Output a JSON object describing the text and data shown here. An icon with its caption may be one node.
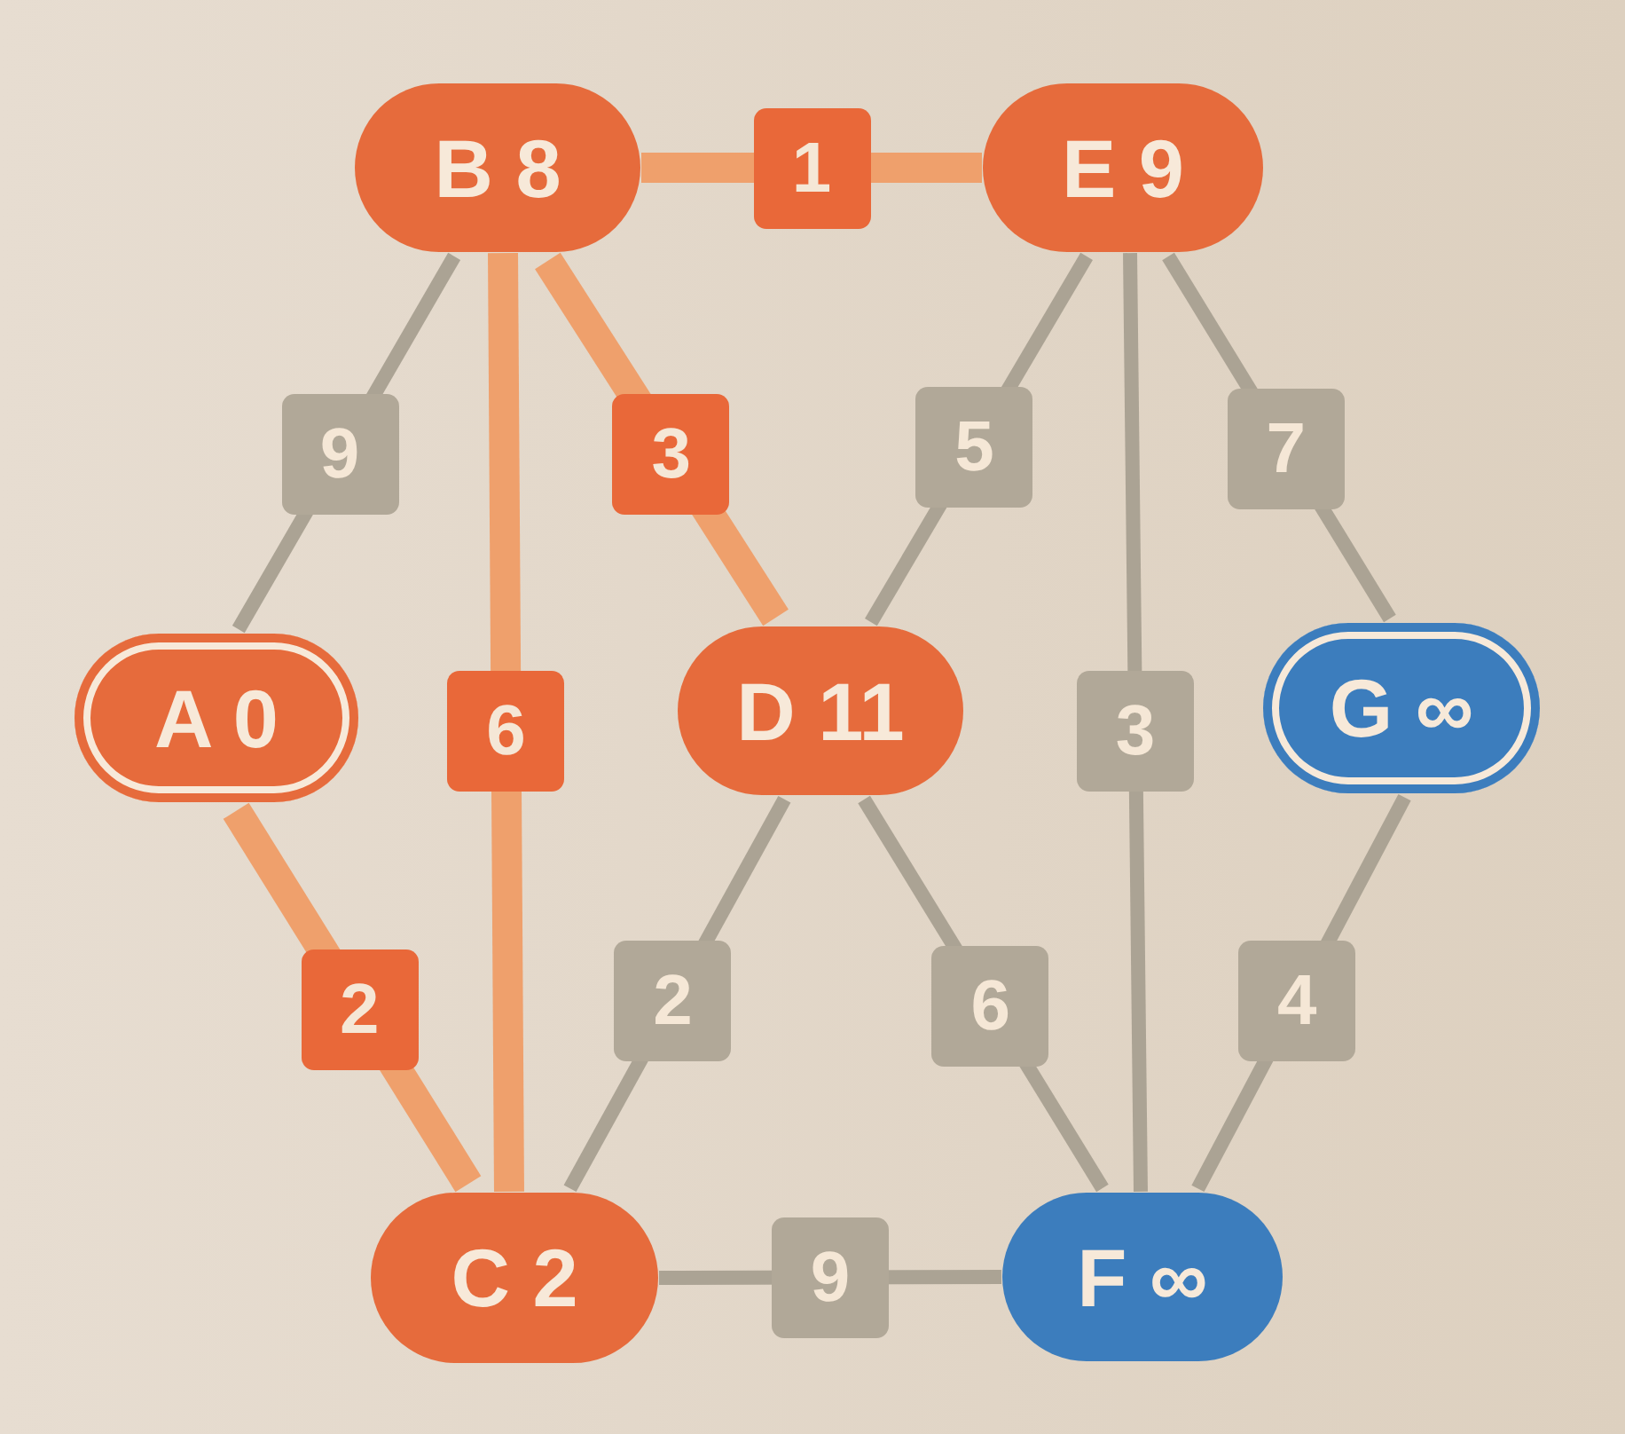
{
  "diagram": {
    "nodes": [
      {
        "text": [
          "B 8"
        ]
      },
      {
        "text": [
          "E 9"
        ]
      },
      {
        "text": [
          "A 0"
        ]
      },
      {
        "text": [
          "D 11"
        ]
      },
      {
        "text": [
          "G ∞"
        ]
      },
      {
        "text": [
          "C 2"
        ]
      },
      {
        "text": [
          "F ∞"
        ]
      }
    ],
    "edges": [
      {
        "from": 0,
        "to": 1,
        "arrow": "none",
        "label": "1",
        "style": "thick",
        "color": "#efa06c"
      },
      {
        "from": 0,
        "to": 2,
        "arrow": "none",
        "label": "9"
      },
      {
        "from": 0,
        "to": 5,
        "arrow": "none",
        "label": "6",
        "style": "thick",
        "color": "#efa06c"
      },
      {
        "from": 0,
        "to": 3,
        "arrow": "none",
        "label": "3",
        "style": "thick",
        "color": "#efa06c"
      },
      {
        "from": 1,
        "to": 3,
        "arrow": "none",
        "label": "5"
      },
      {
        "from": 1,
        "to": 6,
        "arrow": "none",
        "label": "3"
      },
      {
        "from": 1,
        "to": 4,
        "arrow": "none",
        "label": "7"
      },
      {
        "from": 2,
        "to": 5,
        "arrow": "none",
        "label": "2",
        "style": "thick",
        "color": "#efa06c"
      },
      {
        "from": 3,
        "to": 5,
        "arrow": "none",
        "label": "2"
      },
      {
        "from": 3,
        "to": 6,
        "arrow": "none",
        "label": "6"
      },
      {
        "from": 4,
        "to": 6,
        "arrow": "none",
        "label": "4"
      },
      {
        "from": 5,
        "to": 6,
        "arrow": "none",
        "label": "9"
      }
    ]
  }
}
